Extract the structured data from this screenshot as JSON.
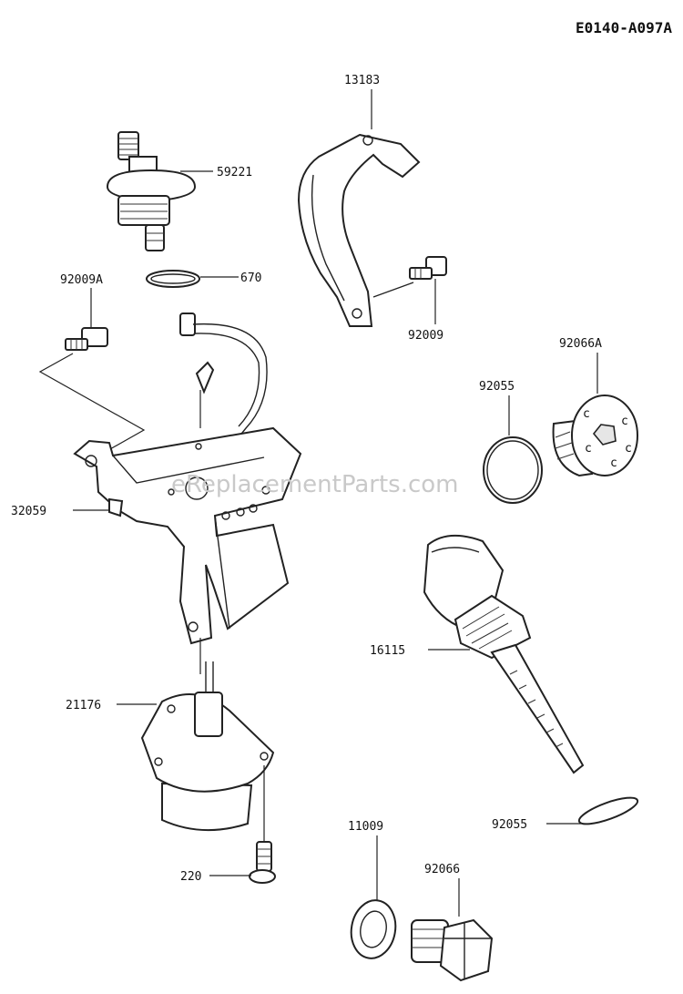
{
  "diagram": {
    "code": "E0140-A097A",
    "watermark": "eReplacementParts.com",
    "parts": [
      {
        "id": "p59221",
        "label": "59221"
      },
      {
        "id": "p670",
        "label": "670"
      },
      {
        "id": "p92009A",
        "label": "92009A"
      },
      {
        "id": "p13183",
        "label": "13183"
      },
      {
        "id": "p92009",
        "label": "92009"
      },
      {
        "id": "p92066A",
        "label": "92066A"
      },
      {
        "id": "p92055a",
        "label": "92055"
      },
      {
        "id": "p32059",
        "label": "32059"
      },
      {
        "id": "p16115",
        "label": "16115"
      },
      {
        "id": "p21176",
        "label": "21176"
      },
      {
        "id": "p220",
        "label": "220"
      },
      {
        "id": "p11009",
        "label": "11009"
      },
      {
        "id": "p92055b",
        "label": "92055"
      },
      {
        "id": "p92066",
        "label": "92066"
      }
    ]
  }
}
